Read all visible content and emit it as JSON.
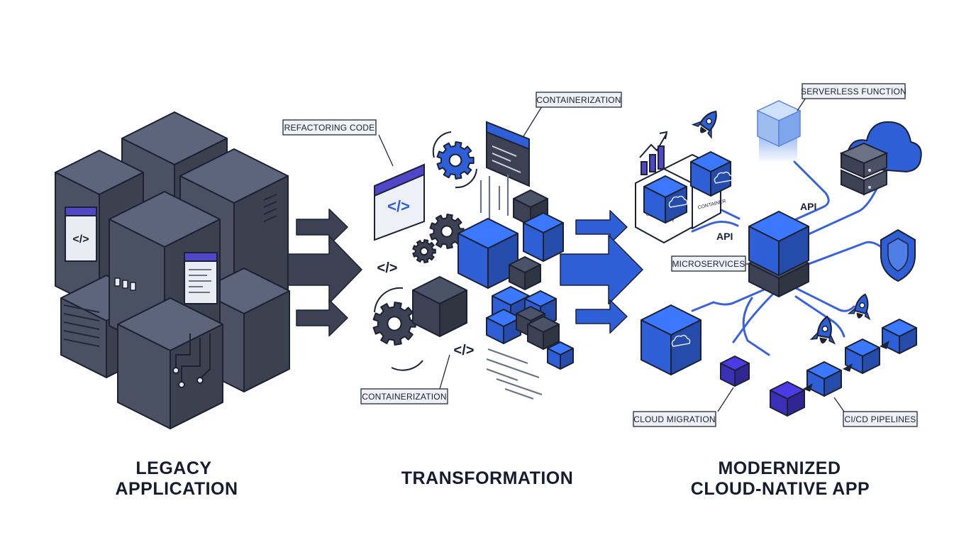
{
  "sections": {
    "legacy": {
      "line1": "LEGACY",
      "line2": "APPLICATION"
    },
    "transformation": {
      "line1": "TRANSFORMATION"
    },
    "modern": {
      "line1": "MODERNIZED",
      "line2": "CLOUD-NATIVE APP"
    }
  },
  "tags": {
    "refactoring": "REFACTORING CODE",
    "containerization_top": "CONTAINERIZATION",
    "containerization_bottom": "CONTAINERIZATION",
    "serverless": "SERVERLESS FUNCTION",
    "microservices": "MICROSERVICES",
    "cloud_migration": "CLOUD MIGRATION",
    "cicd": "CI/CD PIPELINES"
  },
  "api_labels": {
    "left": "API",
    "right": "API"
  },
  "code_glyph": "</>",
  "container_caption": "CONTAINER",
  "icons": [
    "code-window-icon",
    "gear-icon",
    "rocket-icon",
    "cloud-icon",
    "shield-icon",
    "server-icon",
    "growth-chart-icon",
    "arrow-right-icon",
    "cube-icon"
  ],
  "colors": {
    "legacy_gray": "#4a5163",
    "accent_blue": "#2f5fd6",
    "deep_violet": "#3b2fb8",
    "ink": "#1c2133",
    "tag_fill": "#eef1f6"
  }
}
